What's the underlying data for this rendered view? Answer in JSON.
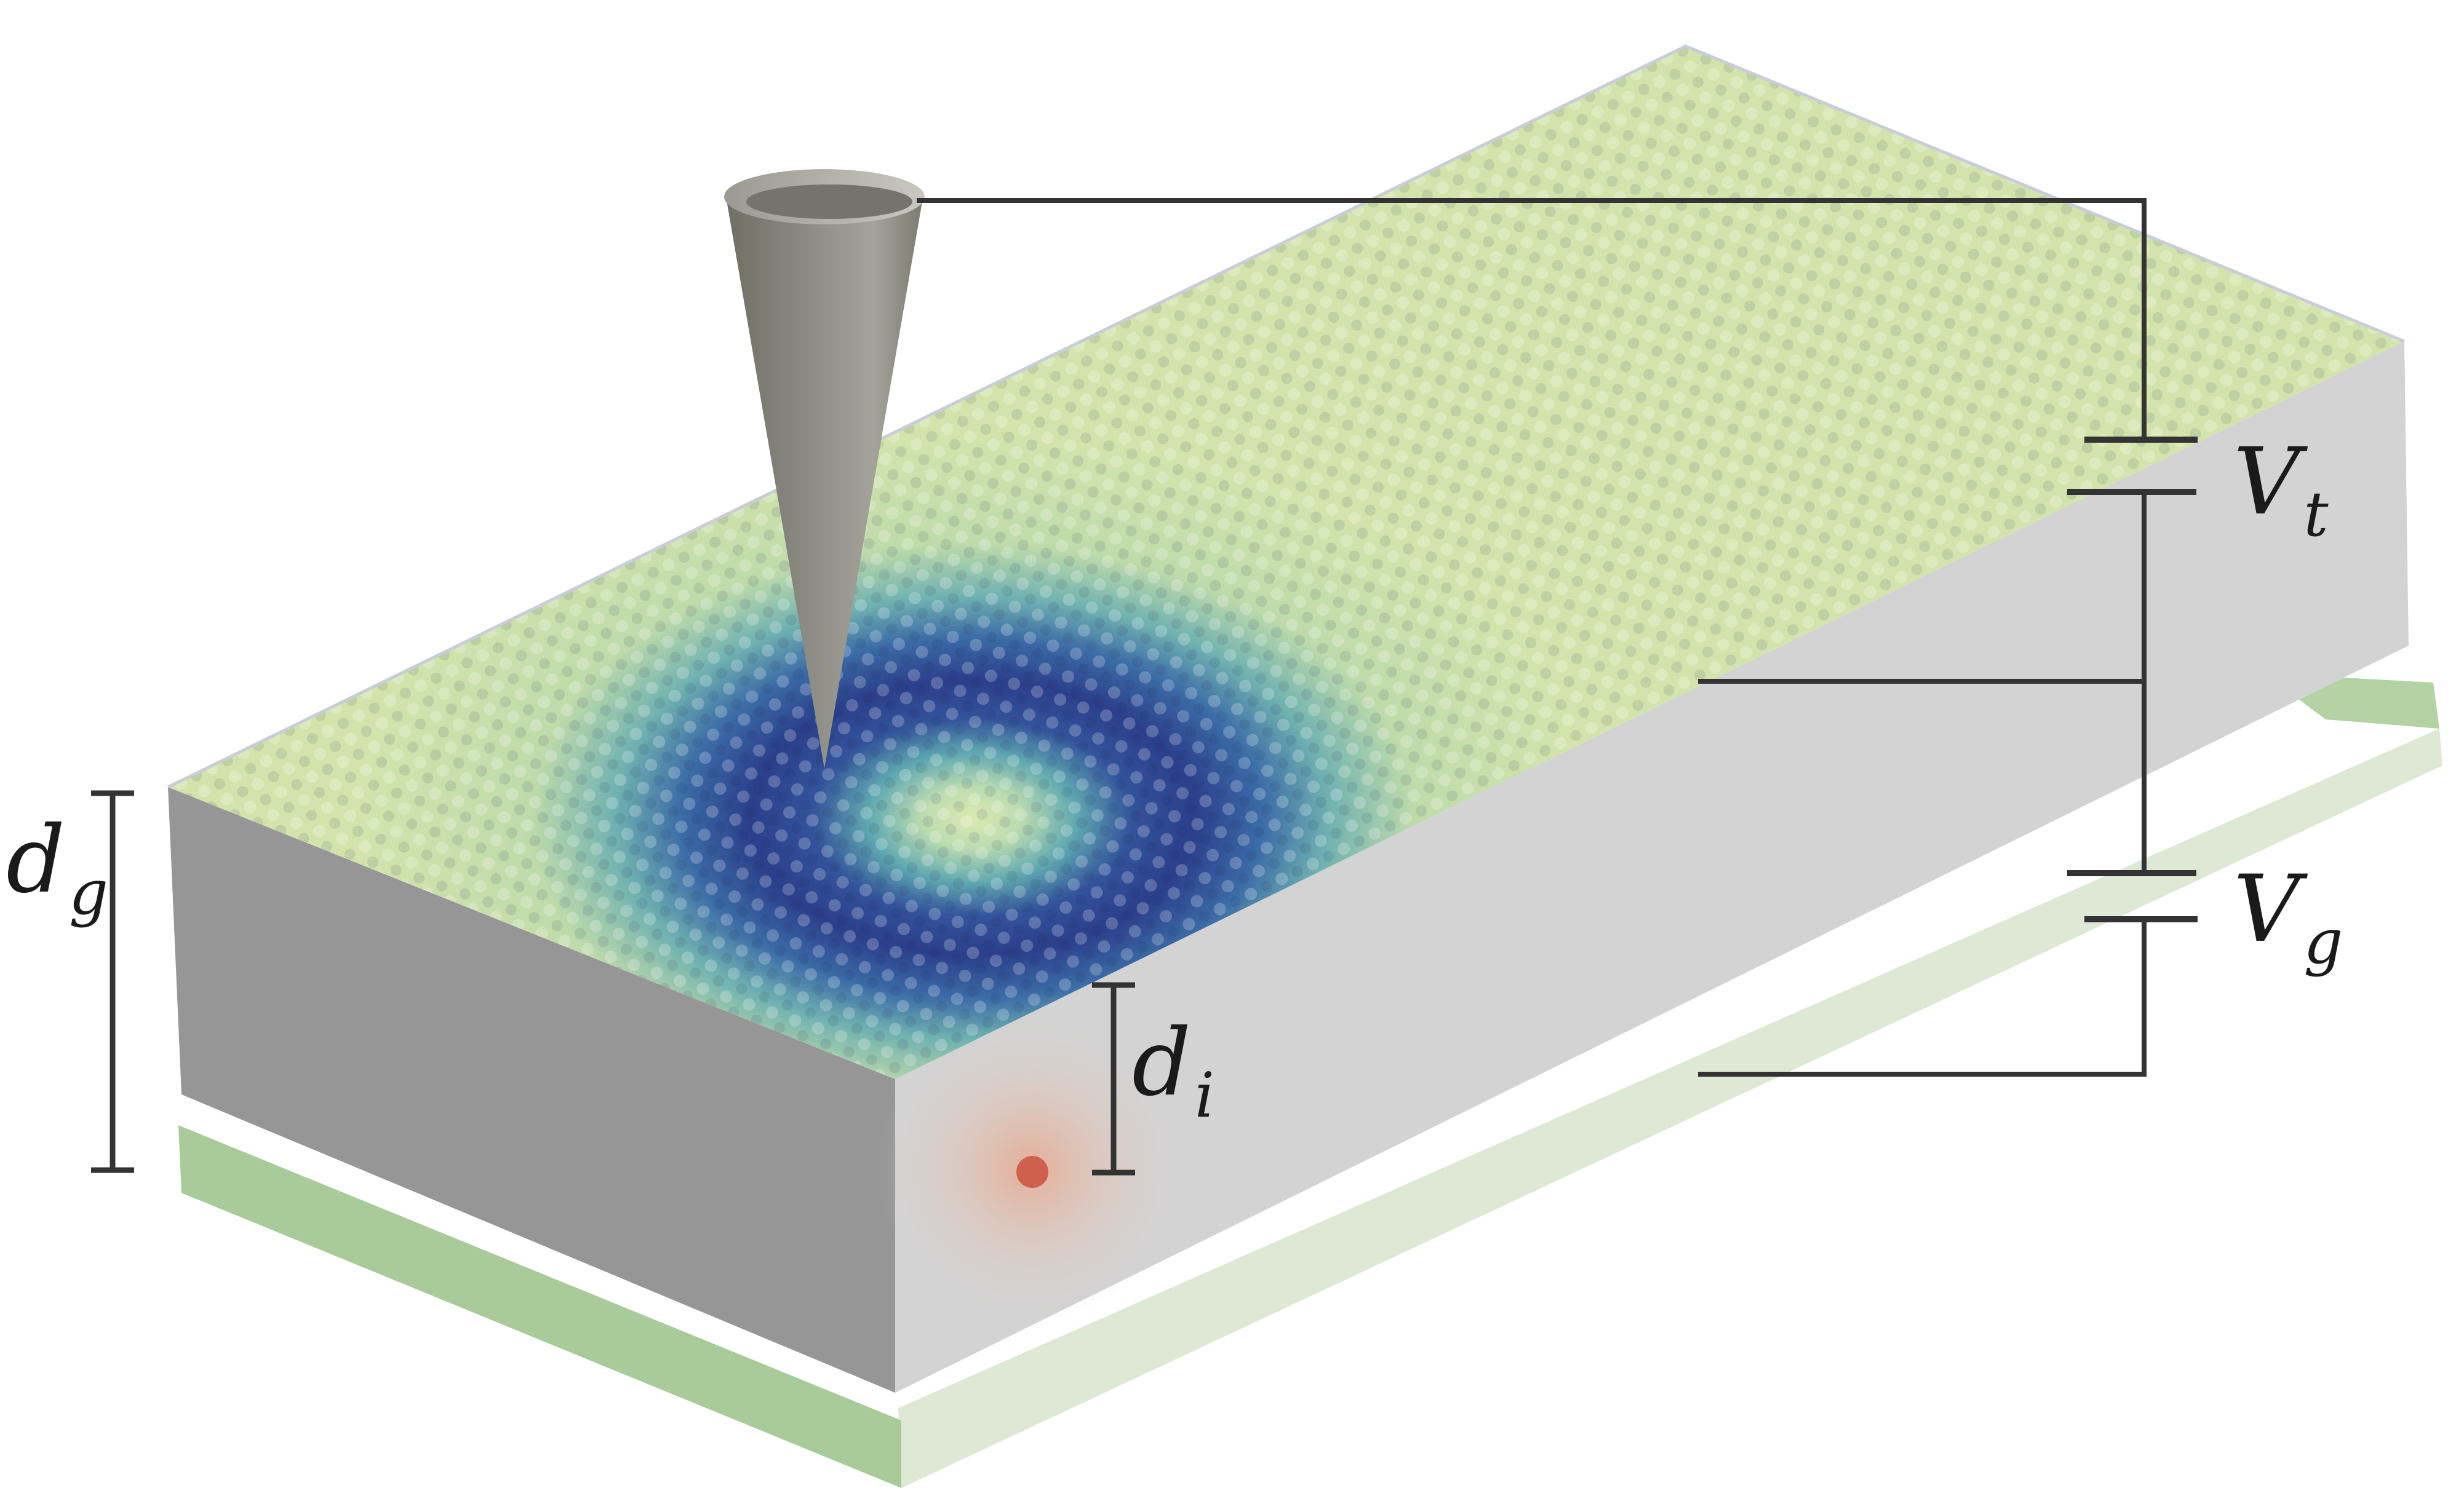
{
  "colors": {
    "background": "#ffffff",
    "gate_plate_dark": "#a9cb9a",
    "gate_plate_light": "#dde9d4",
    "slab_front": "#d3d3d3",
    "slab_left": "#969696",
    "tip": "#8c8c84",
    "impurity": "#d0604e",
    "wire": "#333333",
    "map_light": "#cfe2a8",
    "map_dark": "#2b3f8a",
    "map_mid": "#5fa8b0"
  },
  "icons": {
    "tip": "stm-tip-cone-icon",
    "impurity": "charged-impurity-dot-icon",
    "battery_top": "battery-icon",
    "battery_bottom": "battery-icon"
  },
  "labels": {
    "tip_voltage": {
      "main": "V",
      "sub": "t"
    },
    "gate_voltage": {
      "main": "V",
      "sub": "g"
    },
    "gate_distance": {
      "main": "d",
      "sub": "g"
    },
    "impurity_distance": {
      "main": "d",
      "sub": "i"
    }
  }
}
